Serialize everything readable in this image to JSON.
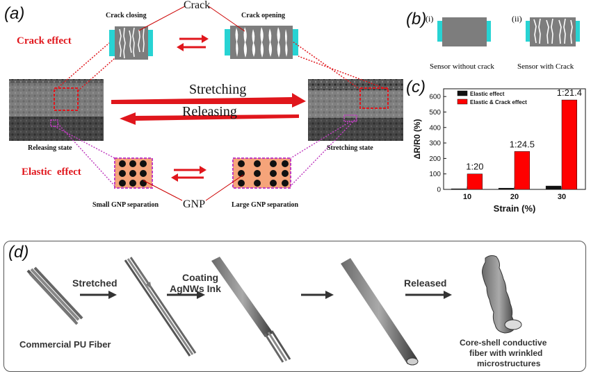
{
  "panel_a": {
    "label": "(a)",
    "crack_label": "Crack",
    "crack_closing": "Crack closing",
    "crack_opening": "Crack opening",
    "crack_effect": "Crack effect",
    "stretching": "Stretching",
    "releasing": "Releasing",
    "releasing_state": "Releasing state",
    "stretching_state": "Stretching state",
    "elastic_effect": "Elastic  effect",
    "gnp_label": "GNP",
    "small_gnp": "Small GNP separation",
    "large_gnp": "Large GNP separation"
  },
  "panel_b": {
    "label": "(b)",
    "item_i": "(i)",
    "item_ii": "(ii)",
    "caption_i": "Sensor without crack",
    "caption_ii": "Sensor with Crack"
  },
  "panel_c": {
    "label": "(c)",
    "chart_data": {
      "type": "bar",
      "categories": [
        "10",
        "20",
        "30"
      ],
      "series": [
        {
          "name": "Elastic effect",
          "color": "#111111",
          "values": [
            4,
            8,
            22
          ]
        },
        {
          "name": "Elastic & Crack effect",
          "color": "#ff0000",
          "values": [
            100,
            245,
            578
          ]
        }
      ],
      "annotations": [
        "1:20",
        "1:24.5",
        "1:21.4"
      ],
      "xlabel": "Strain (%)",
      "ylabel": "ΔR/R0 (%)",
      "ylim": [
        0,
        650
      ],
      "yticks": [
        0,
        100,
        200,
        300,
        400,
        500,
        600
      ],
      "legend_position": "top-left"
    }
  },
  "panel_d": {
    "label": "(d)",
    "stretched": "Stretched",
    "coating_line1": "Coating",
    "coating_line2": "AgNWs Ink",
    "released": "Released",
    "commercial": "Commercial PU Fiber",
    "core_line1": "Core-shell conductive",
    "core_line2": "fiber with wrinkled",
    "core_line3": "microstructures"
  }
}
